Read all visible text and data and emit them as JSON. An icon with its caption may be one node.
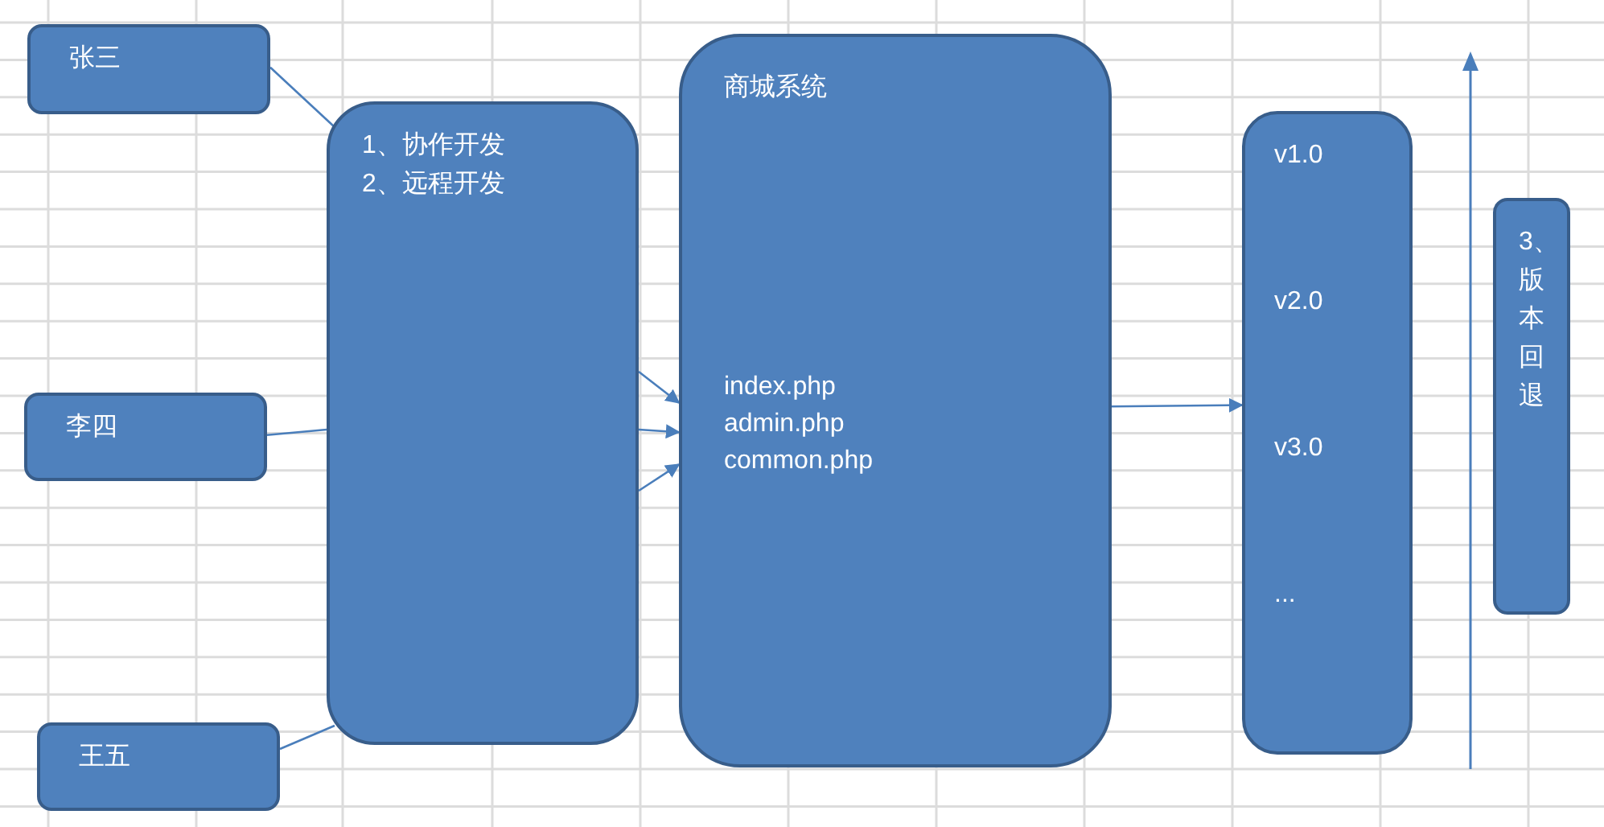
{
  "diagram": {
    "nodes": [
      {
        "text": [
          "张三"
        ]
      },
      {
        "text": [
          "李四"
        ]
      },
      {
        "text": [
          "王五"
        ]
      },
      {
        "text": [
          "1、协作开发",
          "2、远程开发"
        ]
      },
      {
        "text": [
          "商城系统",
          "index.php",
          "admin.php",
          "common.php"
        ]
      },
      {
        "text": [
          "v1.0",
          "v2.0",
          "v3.0",
          "..."
        ]
      },
      {
        "text": [
          "3、版本回退"
        ]
      }
    ],
    "edges": [
      {
        "from": 0,
        "to": 3,
        "arrow": "none"
      },
      {
        "from": 1,
        "to": 3,
        "arrow": "none"
      },
      {
        "from": 2,
        "to": 3,
        "arrow": "none"
      },
      {
        "from": 3,
        "to": 4,
        "arrow": "to"
      },
      {
        "from": 3,
        "to": 4,
        "arrow": "to"
      },
      {
        "from": 3,
        "to": 4,
        "arrow": "to"
      },
      {
        "from": 4,
        "to": 5,
        "arrow": "to"
      }
    ]
  }
}
